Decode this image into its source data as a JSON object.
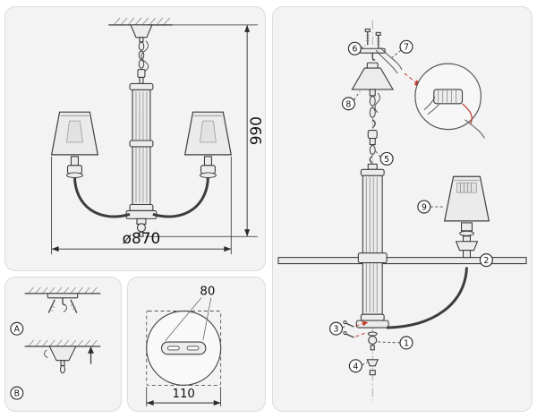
{
  "colors": {
    "panel_background": "#f3f3f3",
    "line_color": "#3c3c3c",
    "accent_red": "#c0392b"
  },
  "main_view": {
    "height_dim": "990",
    "diameter_dim": "ø870"
  },
  "mounting_detail": {
    "step_a": "A",
    "step_b": "B"
  },
  "canopy_detail": {
    "slot_dim": "80",
    "plate_dim": "110"
  },
  "exploded_view": {
    "steps": [
      "1",
      "2",
      "3",
      "4",
      "5",
      "6",
      "7",
      "8",
      "9"
    ]
  }
}
